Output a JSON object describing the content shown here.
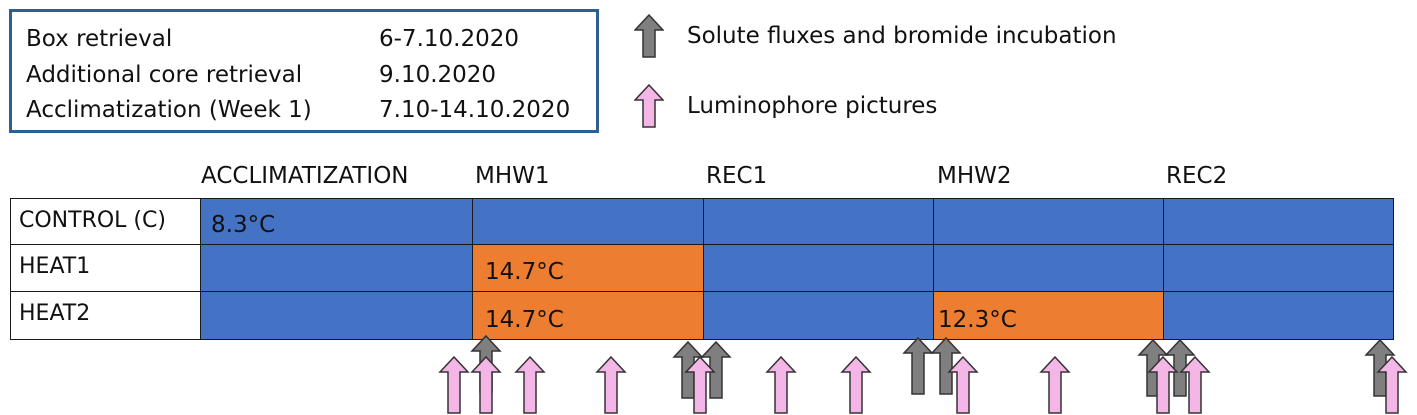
{
  "info_box": {
    "rows": [
      {
        "label": "Box retrieval",
        "value": "6-7.10.2020"
      },
      {
        "label": "Additional core retrieval",
        "value": "9.10.2020"
      },
      {
        "label": "Acclimatization (Week 1)",
        "value": "7.10-14.10.2020"
      }
    ],
    "border_color": "#2e5f92"
  },
  "legend": [
    {
      "icon": "gray-arrow-icon",
      "color": "#7f7f7f",
      "text": "Solute fluxes and bromide incubation"
    },
    {
      "icon": "pink-arrow-icon",
      "color": "#f4b6e6",
      "text": "Luminophore pictures"
    }
  ],
  "phases": [
    "ACCLIMATIZATION",
    "MHW1",
    "REC1",
    "MHW2",
    "REC2"
  ],
  "treatments": [
    {
      "label": "CONTROL (C)",
      "cells": [
        {
          "state": "blue",
          "temp": "8.3°C"
        },
        {
          "state": "blue",
          "temp": ""
        },
        {
          "state": "blue",
          "temp": ""
        },
        {
          "state": "blue",
          "temp": ""
        },
        {
          "state": "blue",
          "temp": ""
        }
      ]
    },
    {
      "label": "HEAT1",
      "cells": [
        {
          "state": "blue",
          "temp": ""
        },
        {
          "state": "orange",
          "temp": "14.7°C"
        },
        {
          "state": "blue",
          "temp": ""
        },
        {
          "state": "blue",
          "temp": ""
        },
        {
          "state": "blue",
          "temp": ""
        }
      ]
    },
    {
      "label": "HEAT2",
      "cells": [
        {
          "state": "blue",
          "temp": ""
        },
        {
          "state": "orange",
          "temp": "14.7°C"
        },
        {
          "state": "blue",
          "temp": ""
        },
        {
          "state": "orange",
          "temp": "12.3°C"
        },
        {
          "state": "blue",
          "temp": ""
        }
      ]
    }
  ],
  "colors": {
    "blue": "#4472c4",
    "orange": "#ed7d31",
    "gray_arrow": "#7f7f7f",
    "pink_arrow": "#f4b6e6"
  }
}
